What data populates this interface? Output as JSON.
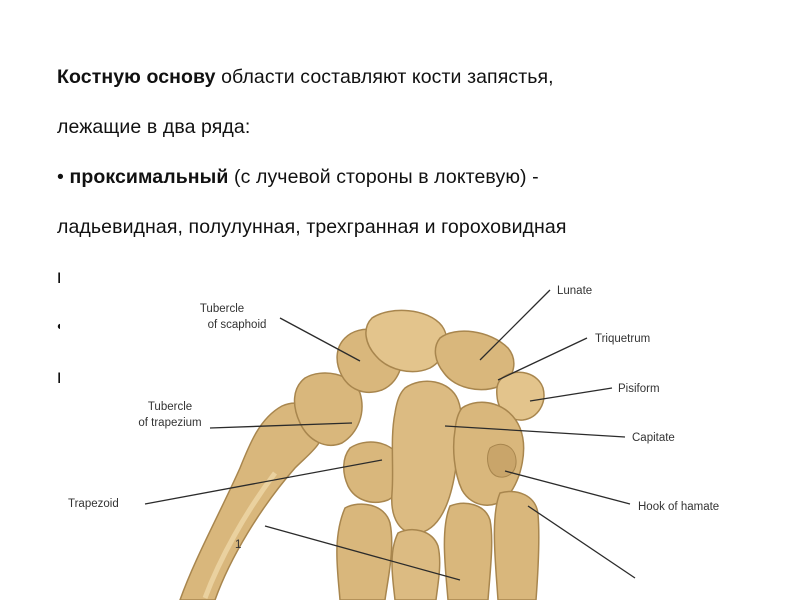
{
  "text": {
    "line1_bold": "Костную основу",
    "line1_rest": " области составляют кости запястья,",
    "line2": "лежащие в два ряда:",
    "line3_bullet": "• ",
    "line3_bold": "проксимальный",
    "line3_rest": " (с лучевой стороны в локтевую) -",
    "line4": "ладьевидная, полулунная, трехгранная и гороховидная",
    "line5": "кости;",
    "line6": "•",
    "line7": "г"
  },
  "figure": {
    "labels": {
      "tubercle_scaphoid_1": "Tubercle",
      "tubercle_scaphoid_2": "of scaphoid",
      "tubercle_trapezium_1": "Tubercle",
      "tubercle_trapezium_2": "of trapezium",
      "trapezoid": "Trapezoid",
      "lunate": "Lunate",
      "triquetrum": "Triquetrum",
      "pisiform": "Pisiform",
      "capitate": "Capitate",
      "hook_of_hamate": "Hook of hamate",
      "metacarpal_number": "1"
    },
    "colors": {
      "bone_fill": "#d9b77c",
      "bone_shadow": "#a8864e",
      "bone_light": "#f1dcae",
      "leader_line": "#2b2b2b"
    }
  }
}
